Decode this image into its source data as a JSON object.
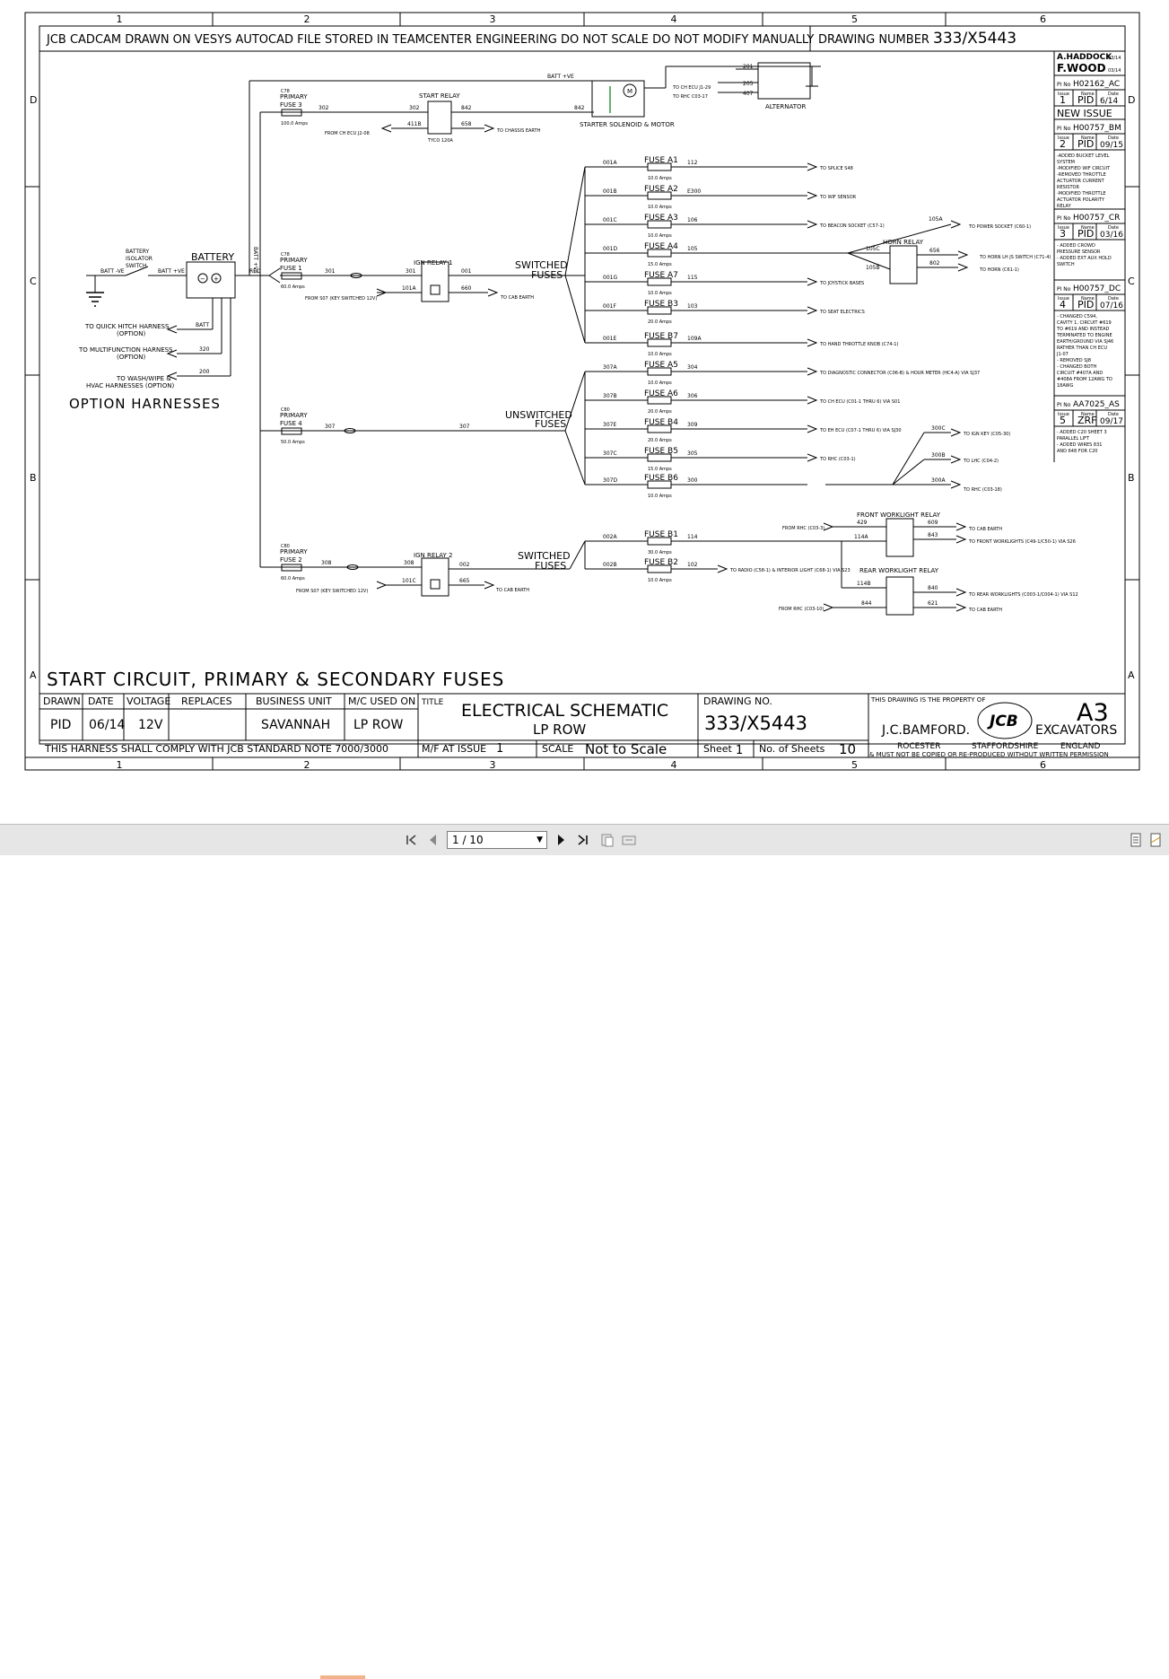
{
  "header": {
    "notice": "JCB CADCAM DRAWN ON VESYS  AUTOCAD FILE STORED IN TEAMCENTER ENGINEERING DO NOT SCALE  DO NOT MODIFY MANUALLY",
    "drawing_number_label": "DRAWING NUMBER",
    "drawing_number": "333/X5443"
  },
  "grid": {
    "cols": [
      "1",
      "2",
      "3",
      "4",
      "5",
      "6"
    ],
    "rows": [
      "D",
      "C",
      "B",
      "A"
    ]
  },
  "approvals": {
    "drawn": "A.HADDOCK",
    "drawn_date": "03/14",
    "checked": "F.WOOD",
    "checked_date": "03/14"
  },
  "revisions": [
    {
      "pi": "H02162_AC",
      "issue": "1",
      "name": "PID",
      "date": "6/14",
      "notes": [
        "NEW ISSUE"
      ]
    },
    {
      "pi": "H00757_BM",
      "issue": "2",
      "name": "PID",
      "date": "09/15",
      "notes": [
        "-ADDED BUCKET LEVEL",
        "SYSTEM",
        "-MODIFIED WIF CIRCUIT",
        "-REMOVED THROTTLE",
        "ACTUATOR CURRENT",
        "RESISTOR",
        "-MODIFIED THROTTLE",
        "ACTUATOR POLARITY",
        "RELAY"
      ]
    },
    {
      "pi": "H00757_CR",
      "issue": "3",
      "name": "PID",
      "date": "03/16",
      "notes": [
        "- ADDED CROWD",
        "PRESSURE SENSOR",
        "- ADDED EXT AUX HOLD",
        "SWITCH"
      ]
    },
    {
      "pi": "H00757_DC",
      "issue": "4",
      "name": "PID",
      "date": "07/16",
      "notes": [
        "- CHANGED C594,",
        "CAVITY 1, CIRCUIT #619",
        "TO #619 AND INSTEAD",
        "TERMINATED TO ENGINE",
        "EARTH/GROUND VIA SJ46",
        "RATHER THAN CH ECU",
        "J1-07",
        "- REMOVED SJ8",
        "- CHANGED BOTH",
        "CIRCUIT #407A AND",
        "#408A FROM 12AWG TO",
        "18AWG"
      ]
    },
    {
      "pi": "AA7025_AS",
      "issue": "5",
      "name": "ZRF",
      "date": "09/17",
      "notes": [
        "- ADDED C20 SHEET 3",
        "PARALLEL LIFT",
        "- ADDED WIRES 831",
        "AND 648 FOR C20"
      ]
    }
  ],
  "rev_labels": {
    "pi": "PI No",
    "issue": "Issue",
    "name": "Name",
    "date": "Date"
  },
  "labels": {
    "batt_ve": "BATT +VE",
    "batt_neg": "BATT -VE",
    "batt_pos": "BATT +VE",
    "red": "RED",
    "battery": "BATTERY",
    "isolator": [
      "BATTERY",
      "ISOLATOR",
      "SWITCH"
    ],
    "start_relay": "START RELAY",
    "starter": "STARTER SOLENOID & MOTOR",
    "alternator": "ALTERNATOR",
    "ign_relay_1": "IGN RELAY 1",
    "ign_relay_2": "IGN RELAY 2",
    "switched_fuses": [
      "SWITCHED",
      "FUSES"
    ],
    "unswitched_fuses": [
      "UNSWITCHED",
      "FUSES"
    ],
    "horn_relay": "HORN RELAY",
    "front_relay": "FRONT WORKLIGHT RELAY",
    "rear_relay": "REAR WORKLIGHT RELAY",
    "option_harnesses": "OPTION HARNESSES",
    "from_ch_ecu": "FROM CH ECU J2-08",
    "to_chassis_earth": "TO CHASSIS EARTH",
    "from_s07": "FROM S07 (KEY SWITCHED 12V)",
    "to_cab_earth": "TO CAB EARTH",
    "to_ch_ecu": "TO CH ECU J1-29",
    "to_rhc": "TO RHC C03-17",
    "from_rhc_3": "FROM RHC (C03-3)",
    "from_rhc_10": "FROM RHC (C03-10)",
    "tyco": "TYCO 120A"
  },
  "primary_fuses": [
    {
      "name": [
        "PRIMARY",
        "FUSE 3"
      ],
      "rating": "100.0 Amps",
      "code": "C78"
    },
    {
      "name": [
        "PRIMARY",
        "FUSE 1"
      ],
      "rating": "60.0 Amps",
      "code": "C78"
    },
    {
      "name": [
        "PRIMARY",
        "FUSE 4"
      ],
      "rating": "50.0 Amps",
      "code": "C80"
    },
    {
      "name": [
        "PRIMARY",
        "FUSE 2"
      ],
      "rating": "60.0 Amps",
      "code": "C80"
    }
  ],
  "fuses_sw1": [
    {
      "win": "001A",
      "name": "FUSE A1",
      "wout": "112",
      "rating": "10.0 Amps",
      "dest": "TO SPLICE S48"
    },
    {
      "win": "001B",
      "name": "FUSE A2",
      "wout": "E300",
      "rating": "10.0 Amps",
      "dest": "TO WIF SENSOR"
    },
    {
      "win": "001C",
      "name": "FUSE A3",
      "wout": "106",
      "rating": "10.0 Amps",
      "dest": "TO BEACON SOCKET (C57-1)"
    },
    {
      "win": "001D",
      "name": "FUSE A4",
      "wout": "105",
      "rating": "15.0 Amps",
      "dest": ""
    },
    {
      "win": "001G",
      "name": "FUSE A7",
      "wout": "115",
      "rating": "10.0 Amps",
      "dest": "TO JOYSTICK BASES"
    },
    {
      "win": "001F",
      "name": "FUSE B3",
      "wout": "103",
      "rating": "20.0 Amps",
      "dest": "TO SEAT ELECTRICS"
    },
    {
      "win": "001E",
      "name": "FUSE B7",
      "wout": "109A",
      "rating": "10.0 Amps",
      "dest": "TO HAND THROTTLE KNOB (C74-1)"
    }
  ],
  "fuses_unsw": [
    {
      "win": "307A",
      "name": "FUSE A5",
      "wout": "304",
      "rating": "10.0 Amps",
      "dest": "TO DIAGNOSTIC CONNECTOR (C06-B) & HOUR METER (HC4-A) VIA SJ37"
    },
    {
      "win": "307B",
      "name": "FUSE A6",
      "wout": "306",
      "rating": "20.0 Amps",
      "dest": "TO CH ECU (C01-1 THRU 6) VIA S01"
    },
    {
      "win": "307E",
      "name": "FUSE B4",
      "wout": "309",
      "rating": "20.0 Amps",
      "dest": "TO EH ECU (C07-1 THRU 6) VIA SJ30"
    },
    {
      "win": "307C",
      "name": "FUSE B5",
      "wout": "305",
      "rating": "15.0 Amps",
      "dest": "TO RHC (C03-1)"
    },
    {
      "win": "307D",
      "name": "FUSE B6",
      "wout": "300",
      "rating": "10.0 Amps",
      "dest": ""
    }
  ],
  "fuses_sw2": [
    {
      "win": "002A",
      "name": "FUSE B1",
      "wout": "114",
      "rating": "30.0 Amps",
      "dest": ""
    },
    {
      "win": "002B",
      "name": "FUSE B2",
      "wout": "102",
      "rating": "10.0 Amps",
      "dest": "TO RADIO (C58-1) & INTERIOR LIGHT (C68-1) VIA S23"
    }
  ],
  "wires": {
    "w302": "302",
    "w411B": "411B",
    "w842": "842",
    "w658": "658",
    "w301": "301",
    "w001": "001",
    "w101A": "101A",
    "w660": "660",
    "w307": "307",
    "w308": "308",
    "w002": "002",
    "w101C": "101C",
    "w665": "665",
    "w201": "201",
    "w205": "205",
    "w407": "407",
    "w105A": "105A",
    "w105C": "105C",
    "w105B": "105B",
    "w656": "656",
    "w802": "802",
    "w300C": "300C",
    "w300B": "300B",
    "w300A": "300A",
    "w429": "429",
    "w609": "609",
    "w843": "843",
    "w114A": "114A",
    "w114B": "114B",
    "w840": "840",
    "w844": "844",
    "w621": "621",
    "batt": "BATT",
    "w320": "320",
    "w200": "200"
  },
  "dest_extra": {
    "power_socket": "TO POWER SOCKET (C60-1)",
    "horn_switch": "TO HORN LH JS SWITCH (C71-4)",
    "horn": "TO HORN (C61-1)",
    "ign_key": "TO IGN KEY (C05-30)",
    "lhc": "TO LHC (C04-2)",
    "rhc18": "TO RHC (C03-18)",
    "front_wl": "TO FRONT WORKLIGHTS (C49-1/C50-1) VIA S26",
    "rear_wl": "TO REAR WORKLIGHTS (C003-1/C004-1) VIA S12",
    "cab_earth": "TO CAB EARTH"
  },
  "option_harness_items": [
    {
      "text": [
        "TO QUICK HITCH HARNESS",
        "(OPTION)"
      ]
    },
    {
      "text": [
        "TO MULTIFUNCTION HARNESS",
        "(OPTION)"
      ]
    },
    {
      "text": [
        "TO WASH/WIPE &",
        "HVAC HARNESSES (OPTION)"
      ]
    }
  ],
  "section_title": "START CIRCUIT, PRIMARY & SECONDARY FUSES",
  "title_block": {
    "drawn_label": "DRAWN",
    "date_label": "DATE",
    "voltage_label": "VOLTAGE",
    "replaces_label": "REPLACES",
    "bu_label": "BUSINESS UNIT",
    "mc_label": "M/C USED ON",
    "title_label": "TITLE",
    "dwg_no_label": "DRAWING NO.",
    "drawn": "PID",
    "date": "06/14",
    "voltage": "12V",
    "replaces": "",
    "business_unit": "SAVANNAH",
    "mc": "LP ROW",
    "title1": "ELECTRICAL SCHEMATIC",
    "title2": "LP ROW",
    "dwg_no": "333/X5443",
    "comply": "THIS HARNESS SHALL COMPLY WITH JCB STANDARD NOTE 7000/3000",
    "mf_label": "M/F AT ISSUE",
    "mf": "1",
    "scale_label": "SCALE",
    "scale": "Not to Scale",
    "sheet_label": "Sheet",
    "sheet": "1",
    "nsheets_label": "No. of Sheets",
    "nsheets": "10",
    "property": "THIS DRAWING IS THE PROPERTY OF",
    "size": "A3",
    "company": "J.C.BAMFORD.",
    "division": "EXCAVATORS",
    "logo": "JCB",
    "loc1": "ROCESTER",
    "loc2": "STAFFORDSHIRE",
    "loc3": "ENGLAND",
    "copy": "& MUST NOT BE COPIED OR RE-PRODUCED WITHOUT WRITTEN PERMISSION"
  },
  "viewer": {
    "page_display": "1 / 10"
  }
}
